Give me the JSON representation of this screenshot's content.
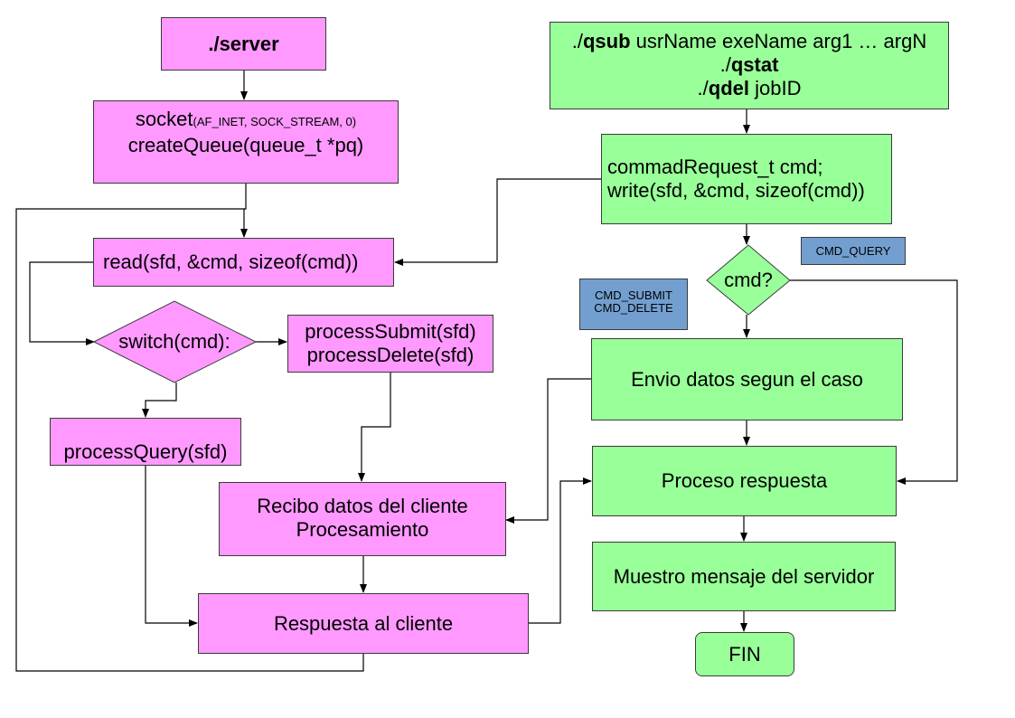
{
  "server": {
    "start": "./server",
    "socket_fn": "socket",
    "socket_args": "(AF_INET, SOCK_STREAM, 0)",
    "create_queue": "createQueue(queue_t *pq)",
    "read": "read(sfd, &cmd, sizeof(cmd))",
    "switch": "switch(cmd):",
    "process_submit": "processSubmit(sfd)",
    "process_delete": "processDelete(sfd)",
    "process_query": "processQuery(sfd)",
    "recibo_line1": "Recibo datos del cliente",
    "recibo_line2": "Procesamiento",
    "respuesta": "Respuesta al cliente"
  },
  "client": {
    "qsub_prefix": "./",
    "qsub_cmd": "qsub",
    "qsub_args": " usrName exeName arg1 … argN",
    "qstat_prefix": "./",
    "qstat_cmd": "qstat",
    "qdel_prefix": "./",
    "qdel_cmd": "qdel",
    "qdel_args": " jobID",
    "cmd_decl": "commadRequest_t cmd;",
    "write": "write(sfd, &cmd, sizeof(cmd))",
    "decision": "cmd?",
    "envio": "Envio datos segun el caso",
    "proceso": "Proceso respuesta",
    "muestro": "Muestro mensaje del servidor",
    "fin": "FIN"
  },
  "labels": {
    "cmd_query": "CMD_QUERY",
    "cmd_submit": "CMD_SUBMIT",
    "cmd_delete": "CMD_DELETE"
  },
  "colors": {
    "server_nodes": "#ff99ff",
    "client_nodes": "#99ff99",
    "case_labels": "#729fcf",
    "connectors": "#000000"
  }
}
